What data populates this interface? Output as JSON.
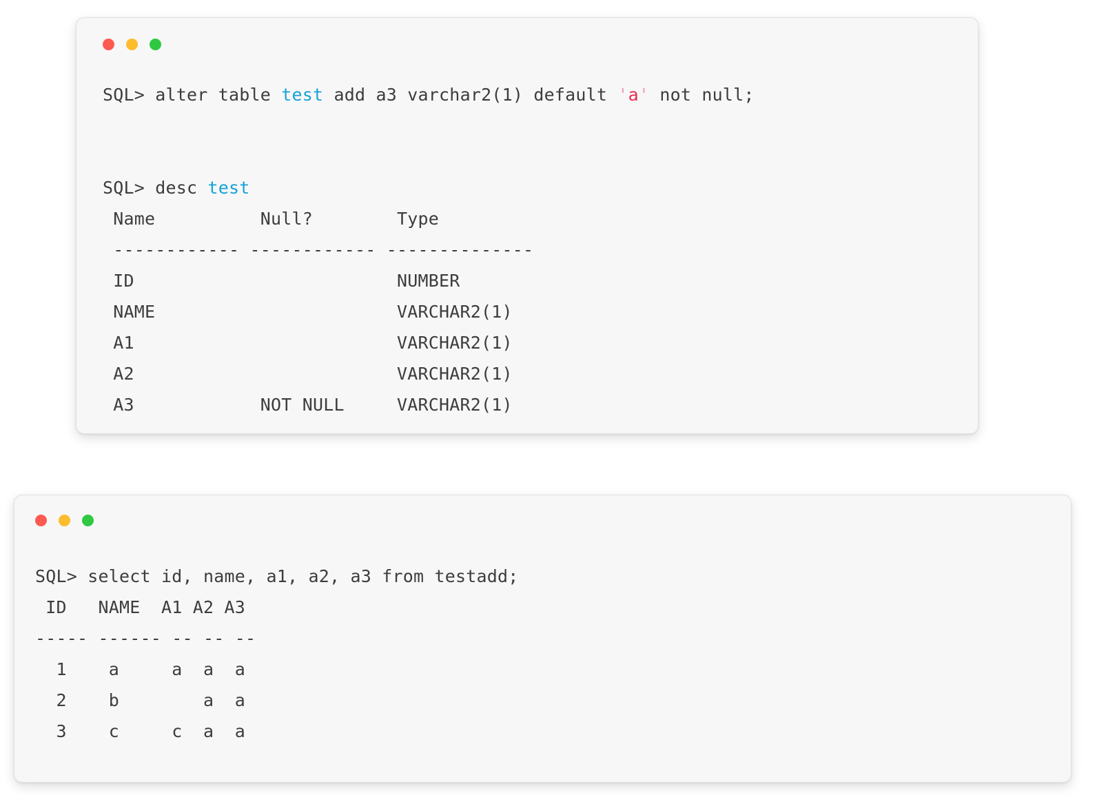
{
  "colors": {
    "page_bg": "#ffffff",
    "window_bg": "#f7f7f7",
    "window_border": "#e2e2e2",
    "text": "#3d3d3d",
    "keyword": "#14a3d8",
    "string": "#e82c55",
    "quote": "#ef9eae",
    "traffic_red": "#fc5b51",
    "traffic_yellow": "#fdbc2e",
    "traffic_green": "#2fc841"
  },
  "windows": [
    {
      "id": "alter-desc-terminal",
      "lines": [
        {
          "segments": [
            {
              "t": "SQL> alter table "
            },
            {
              "t": "test",
              "c": "keyword"
            },
            {
              "t": " add a3 varchar2(1) default "
            },
            {
              "t": "'",
              "c": "quote"
            },
            {
              "t": "a",
              "c": "string"
            },
            {
              "t": "'",
              "c": "quote"
            },
            {
              "t": " not null;"
            }
          ]
        },
        {
          "segments": []
        },
        {
          "segments": []
        },
        {
          "segments": [
            {
              "t": "SQL> desc "
            },
            {
              "t": "test",
              "c": "keyword"
            }
          ]
        },
        {
          "segments": [
            {
              "t": " Name          Null?        Type"
            }
          ]
        },
        {
          "segments": [
            {
              "t": " ------------ ------------ --------------"
            }
          ]
        },
        {
          "segments": [
            {
              "t": " ID                         NUMBER"
            }
          ]
        },
        {
          "segments": [
            {
              "t": " NAME                       VARCHAR2(1)"
            }
          ]
        },
        {
          "segments": [
            {
              "t": " A1                         VARCHAR2(1)"
            }
          ]
        },
        {
          "segments": [
            {
              "t": " A2                         VARCHAR2(1)"
            }
          ]
        },
        {
          "segments": [
            {
              "t": " A3            NOT NULL     VARCHAR2(1)"
            }
          ]
        }
      ]
    },
    {
      "id": "select-terminal",
      "lines": [
        {
          "segments": [
            {
              "t": "SQL> select id, name, a1, a2, a3 from testadd;"
            }
          ]
        },
        {
          "segments": [
            {
              "t": " ID   NAME  A1 A2 A3"
            }
          ]
        },
        {
          "segments": [
            {
              "t": "----- ------ -- -- --"
            }
          ]
        },
        {
          "segments": [
            {
              "t": "  1    a     a  a  a"
            }
          ]
        },
        {
          "segments": [
            {
              "t": "  2    b        a  a"
            }
          ]
        },
        {
          "segments": [
            {
              "t": "  3    c     c  a  a"
            }
          ]
        }
      ]
    }
  ]
}
